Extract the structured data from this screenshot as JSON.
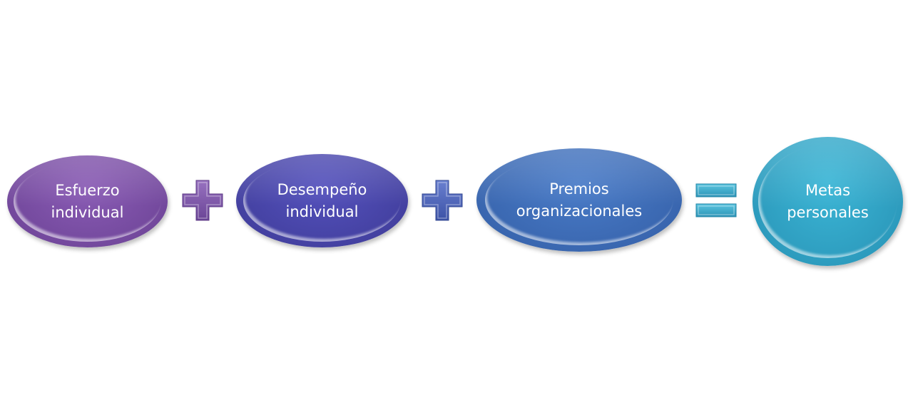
{
  "diagram": {
    "nodes": [
      {
        "label": "Esfuerzo\nindividual",
        "color": "#7a4ea3"
      },
      {
        "label": "Desempeño\nindividual",
        "color": "#4a47a8"
      },
      {
        "label": "Premios\norganizacionales",
        "color": "#3f6cb8"
      },
      {
        "label": "Metas\npersonales",
        "color": "#2fa6c7"
      }
    ],
    "operators": [
      {
        "symbol": "plus",
        "color": "#7d55a8"
      },
      {
        "symbol": "plus",
        "color": "#4c61b8"
      },
      {
        "symbol": "equals",
        "color": "#3ab0cf"
      }
    ]
  }
}
